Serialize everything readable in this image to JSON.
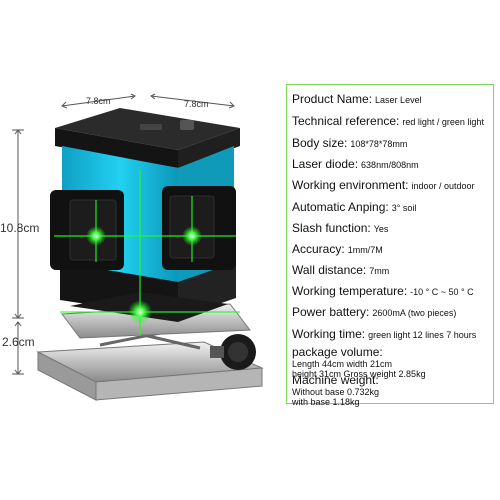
{
  "dimensions": {
    "width_left": "7.8cm",
    "width_right": "7.8cm",
    "height_body": "10.8cm",
    "height_base": "2.6cm"
  },
  "specs": [
    {
      "label": "Product Name:",
      "value": "Laser Level"
    },
    {
      "label": "Technical reference:",
      "value": "red light / green light"
    },
    {
      "label": "Body size:",
      "value": "108*78*78mm"
    },
    {
      "label": "Laser diode:",
      "value": "638nm/808nm"
    },
    {
      "label": "Working environment:",
      "value": "indoor / outdoor"
    },
    {
      "label": "Automatic Anping:",
      "value": "3° soil"
    },
    {
      "label": "Slash function:",
      "value": "Yes"
    },
    {
      "label": "Accuracy:",
      "value": "1mm/7M"
    },
    {
      "label": "Wall distance:",
      "value": "7mm"
    },
    {
      "label": "Working temperature:",
      "value": "-10 ° C ~ 50 ° C"
    },
    {
      "label": "Power battery:",
      "value": "2600mA (two pieces)"
    },
    {
      "label": "Working time:",
      "value": "green light 12 lines 7 hours"
    }
  ],
  "package": {
    "label": "package volume:",
    "line1": "Length 44cm width 21cm",
    "line2": "height 31cm Gross weight 2.85kg"
  },
  "machine": {
    "label": "Machine weight:",
    "line1": "Without base 0.732kg",
    "line2": "with base 1.18kg"
  },
  "colors": {
    "body_blue": "#19c3e6",
    "housing_black": "#141414",
    "laser_green": "#3aff3a",
    "frame_border": "#7ed957"
  }
}
